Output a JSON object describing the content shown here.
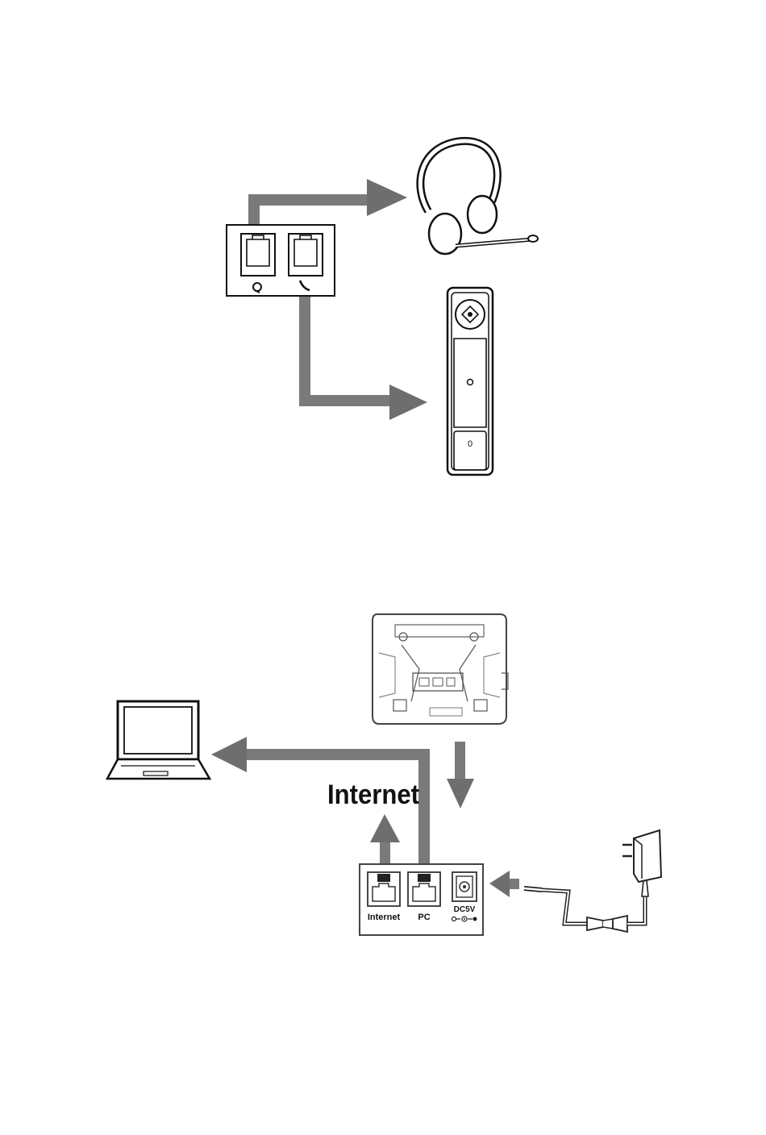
{
  "top_diagram": {
    "devices": [
      "headset-icon",
      "handset-icon"
    ],
    "ports": [
      "headset-port",
      "handset-port"
    ]
  },
  "bottom_diagram": {
    "heading": "Internet",
    "port_labels": {
      "internet": "Internet",
      "pc": "PC",
      "power": "DC5V"
    },
    "handset_key_label": "0",
    "devices": [
      "phone-base-icon",
      "laptop-icon",
      "power-adapter-icon"
    ]
  },
  "colors": {
    "arrow": "#7a7a7a",
    "line": "#111111",
    "background": "#ffffff"
  }
}
